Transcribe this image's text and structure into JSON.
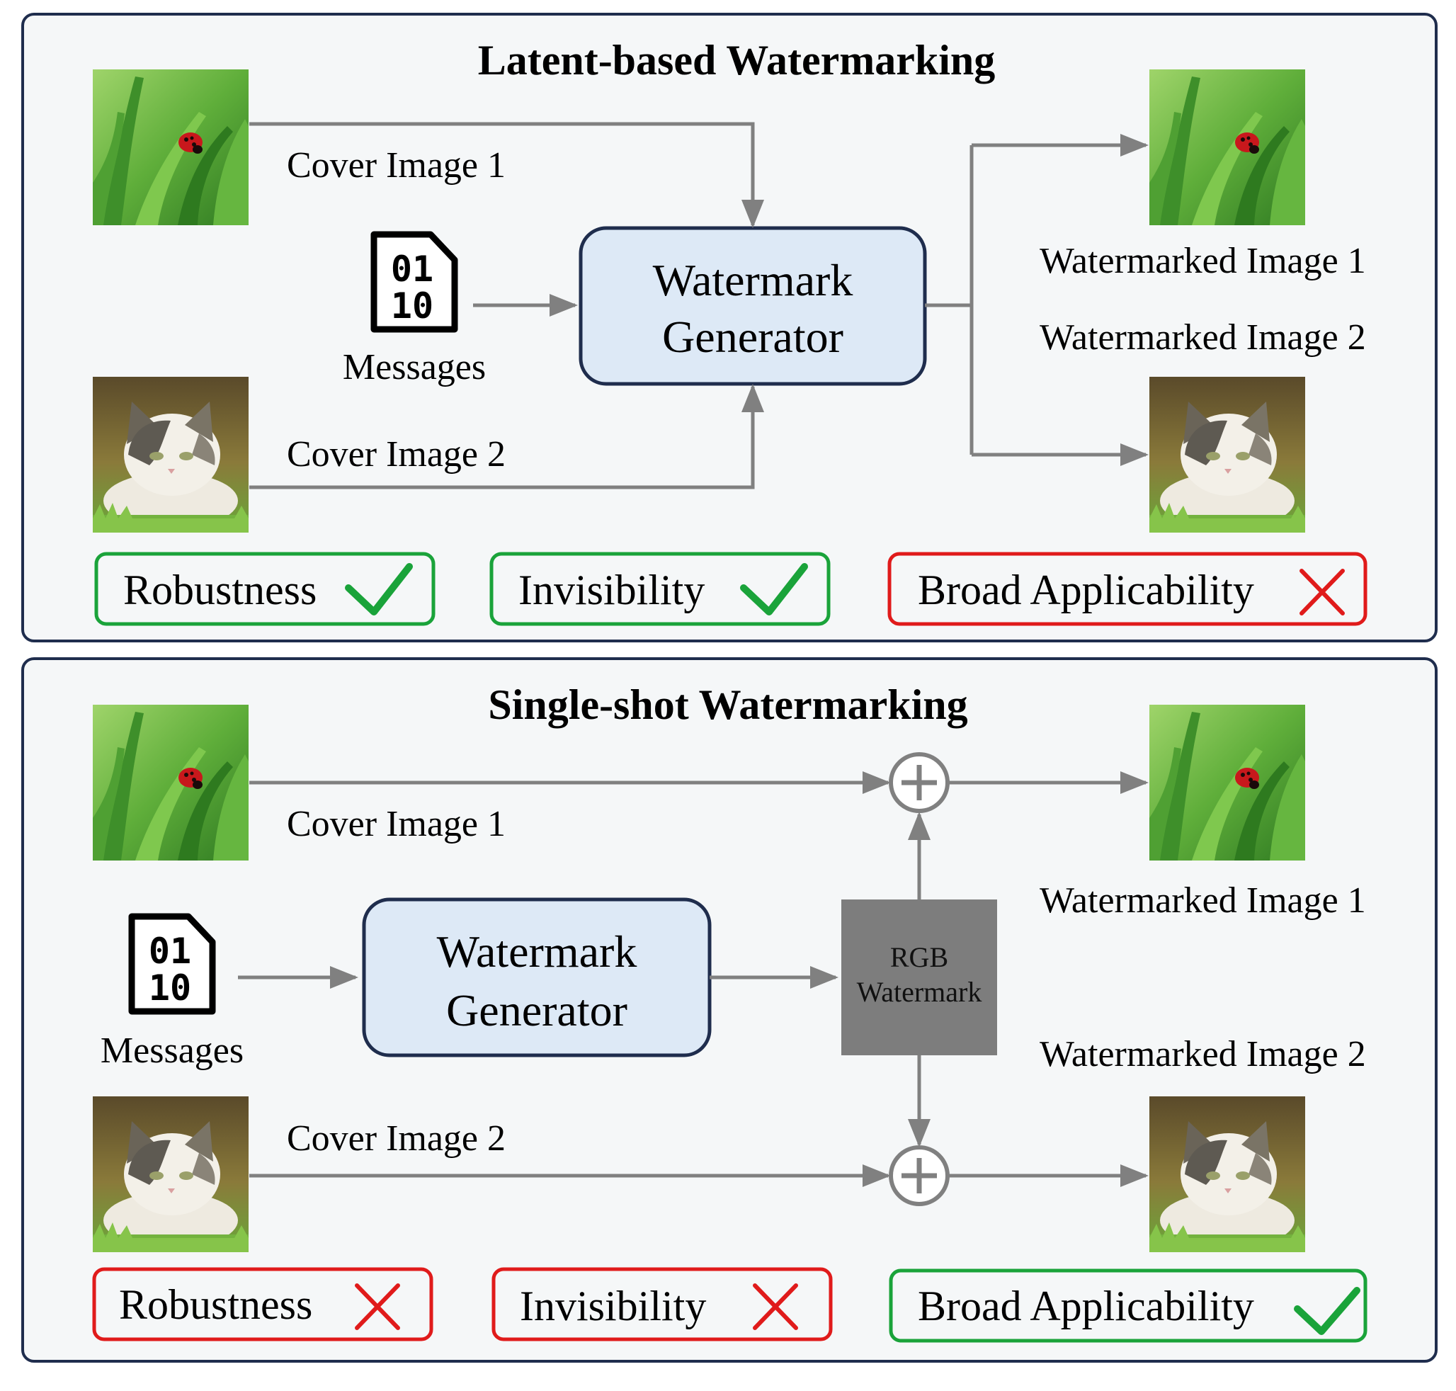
{
  "colors": {
    "panel_border": "#1f2d4d",
    "panel_bg": "#f5f7f8",
    "generator_fill": "#dde9f6",
    "good": "#1aa33a",
    "bad": "#e01b1b",
    "arrow": "#808080",
    "rgb_block": "#7d7d7d"
  },
  "top": {
    "title": "Latent-based  Watermarking",
    "cover1": "Cover Image 1",
    "cover2": "Cover Image 2",
    "messages": "Messages",
    "bits_row1": "01",
    "bits_row2": "10",
    "generator_line1": "Watermark",
    "generator_line2": "Generator",
    "out1": "Watermarked Image 1",
    "out2": "Watermarked Image 2",
    "props": [
      {
        "label": "Robustness",
        "status": "check"
      },
      {
        "label": "Invisibility",
        "status": "check"
      },
      {
        "label": "Broad Applicability",
        "status": "cross"
      }
    ]
  },
  "bottom": {
    "title": "Single-shot  Watermarking",
    "cover1": "Cover Image 1",
    "cover2": "Cover Image 2",
    "messages": "Messages",
    "bits_row1": "01",
    "bits_row2": "10",
    "generator_line1": "Watermark",
    "generator_line2": "Generator",
    "rgb_line1": "RGB",
    "rgb_line2": "Watermark",
    "out1": "Watermarked Image 1",
    "out2": "Watermarked Image 2",
    "props": [
      {
        "label": "Robustness",
        "status": "cross"
      },
      {
        "label": "Invisibility",
        "status": "cross"
      },
      {
        "label": "Broad Applicability",
        "status": "check"
      }
    ]
  }
}
